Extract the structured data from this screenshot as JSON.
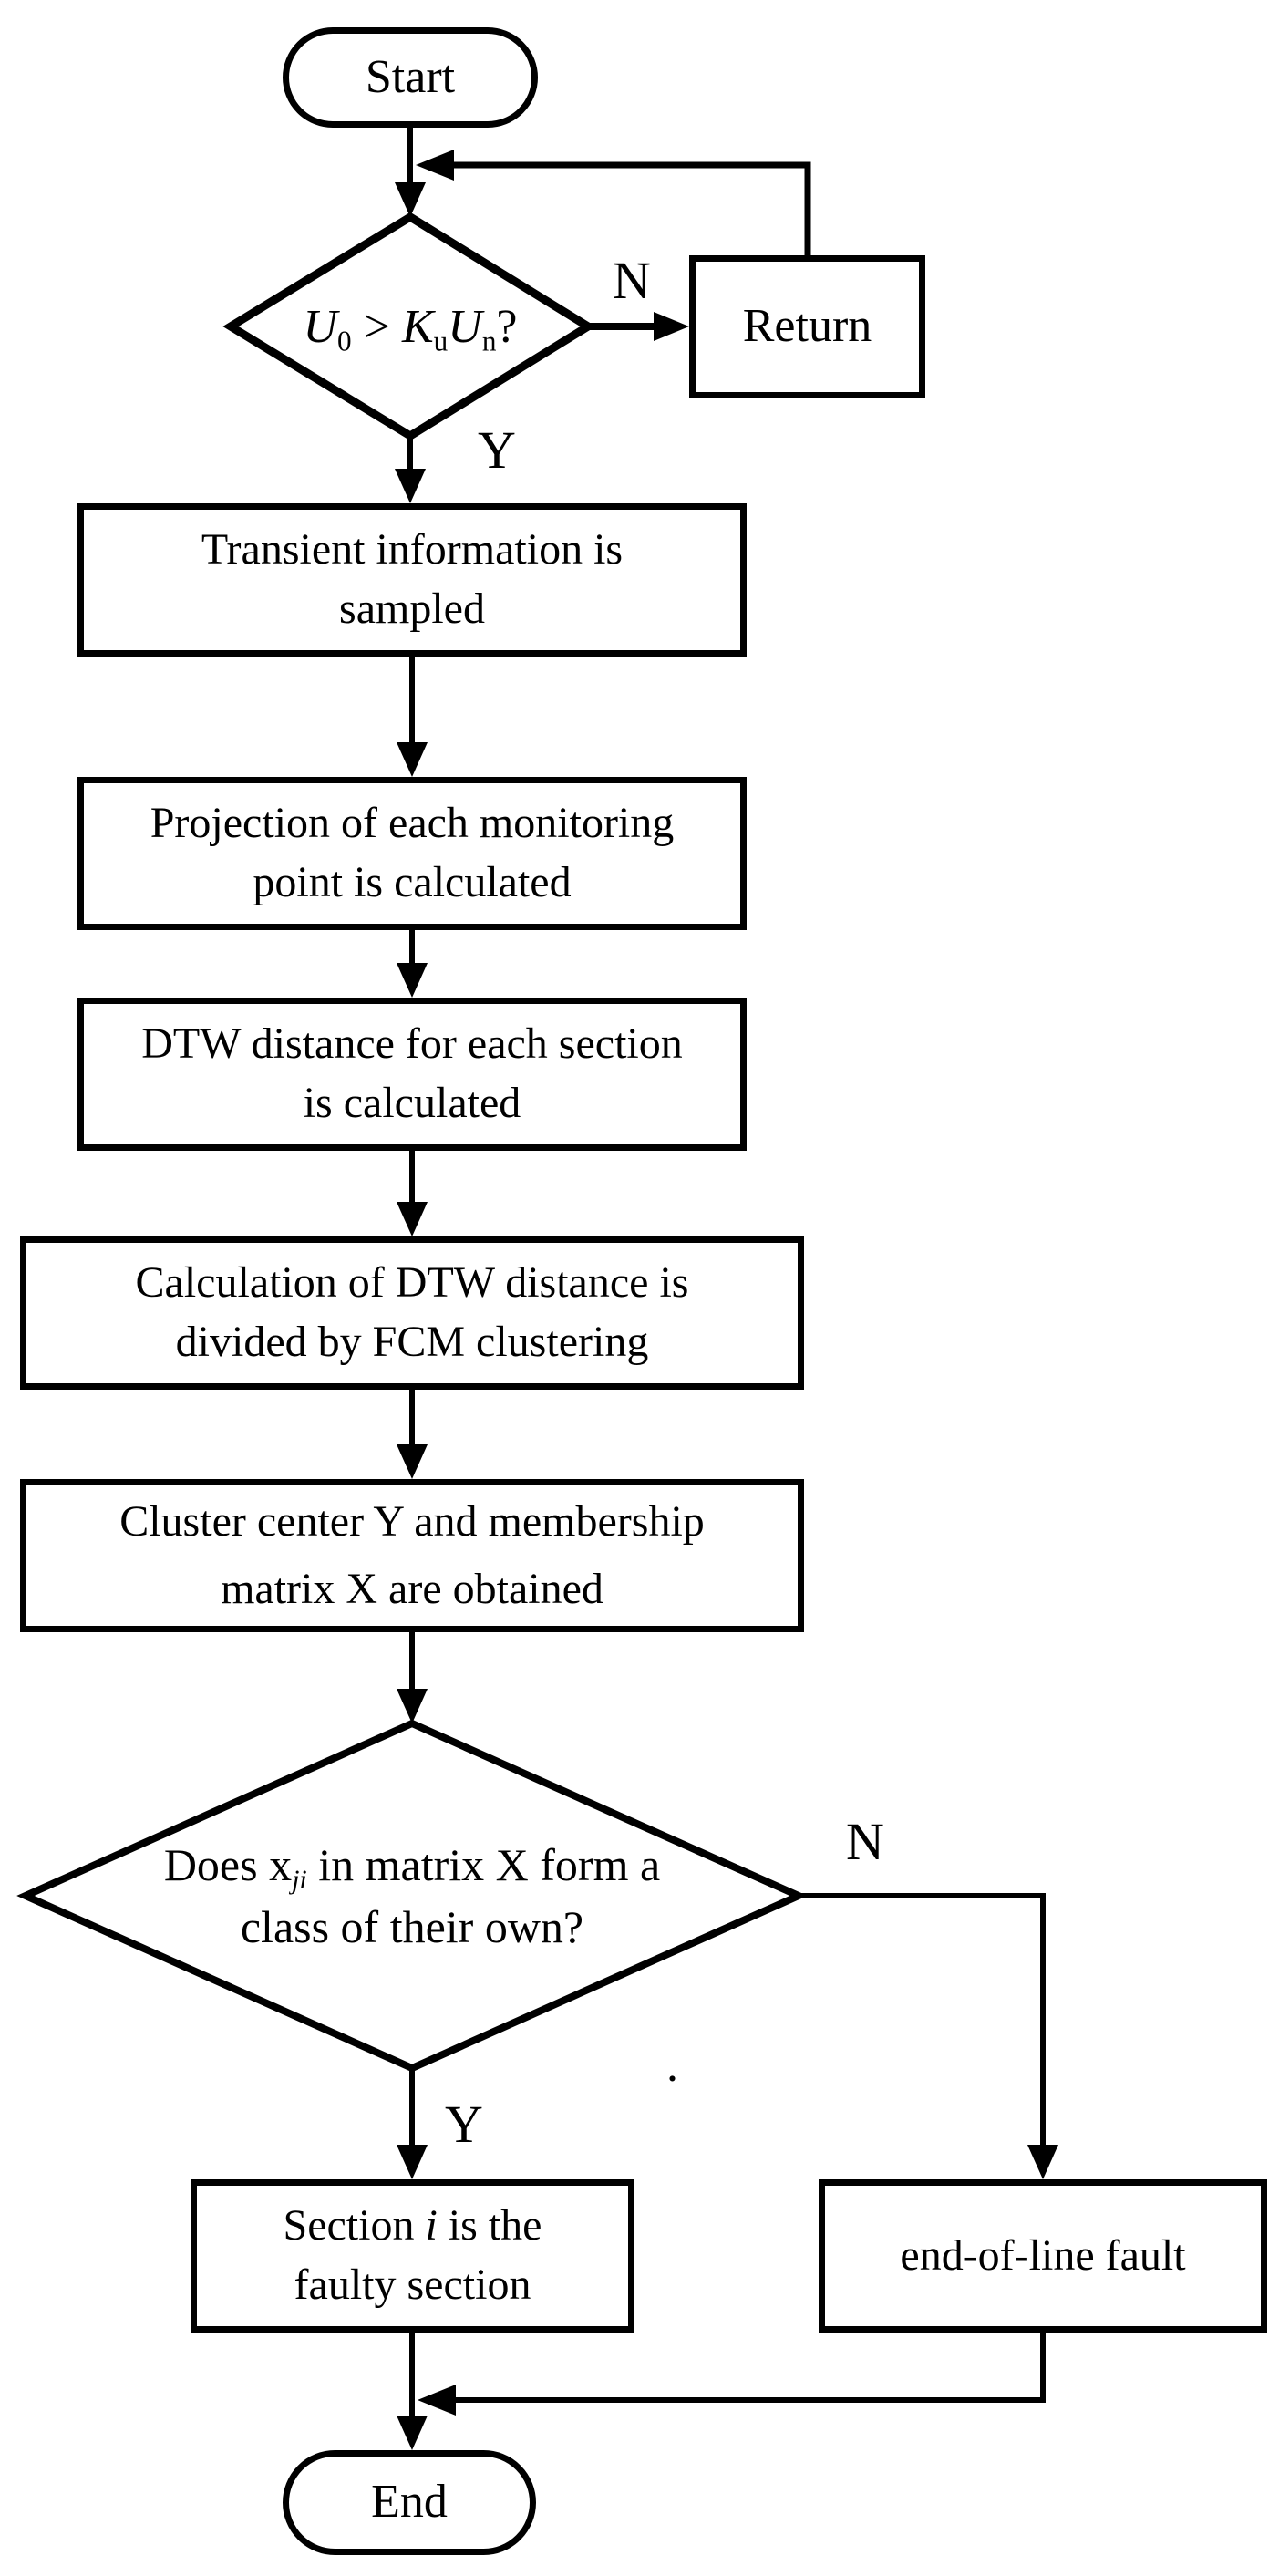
{
  "colors": {
    "background": "#ffffff",
    "stroke": "#000000"
  },
  "nodes": {
    "start": {
      "label": "Start"
    },
    "decision1": {
      "u1": "U",
      "sub1": "0",
      "op": " > ",
      "k": "K",
      "sub2": "u",
      "u2": "U",
      "sub3": "n",
      "question": "?"
    },
    "return": {
      "label": "Return"
    },
    "box1": {
      "line1": "Transient information is",
      "line2": "sampled"
    },
    "box2": {
      "line1": "Projection of each monitoring",
      "line2": "point is calculated"
    },
    "box3": {
      "line1": "DTW distance for each section",
      "line2": "is calculated"
    },
    "box4": {
      "line1": "Calculation of DTW distance is",
      "line2": "divided by FCM clustering"
    },
    "box5": {
      "line1": "Cluster center Y and membership",
      "line2": "matrix X are obtained"
    },
    "decision2": {
      "line1_a": "Does x",
      "line1_sub": "ji",
      "line1_b": " in matrix X form a",
      "line2": "class of their own?"
    },
    "section": {
      "line1_a": "Section ",
      "line1_i": "i",
      "line1_b": " is the",
      "line2": "faulty section"
    },
    "endfault": {
      "label": "end-of-line fault"
    },
    "end": {
      "label": "End"
    }
  },
  "labels": {
    "n1": "N",
    "y1": "Y",
    "n2": "N",
    "y2": "Y",
    "stray_dot": "."
  }
}
